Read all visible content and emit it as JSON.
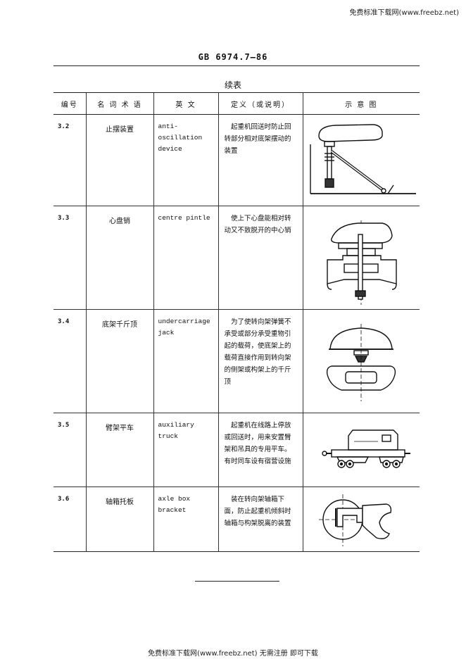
{
  "watermark_top": "免费标准下载网(www.freebz.net)",
  "standard_code": "GB 6974.7—86",
  "continued_label": "续表",
  "table": {
    "headers": [
      "编号",
      "名 词 术 语",
      "英  文",
      "定义（或说明）",
      "示  意  图"
    ],
    "rows": [
      {
        "num": "3.2",
        "term": "止摆装置",
        "en": "anti-oscillation device",
        "def": "起重机回送时防止回转部分相对底架摆动的装置",
        "icon": "anti-oscillation-device-figure"
      },
      {
        "num": "3.3",
        "term": "心盘销",
        "en": "centre pintle",
        "def": "使上下心盘能相对转动又不致脱开的中心销",
        "icon": "centre-pintle-figure"
      },
      {
        "num": "3.4",
        "term": "底架千斤顶",
        "en": "undercarriage jack",
        "def": "为了使转向架弹簧不承受或部分承受重物引起的载荷，使底架上的载荷直接作用到转向架的侧架或构架上的千斤顶",
        "icon": "undercarriage-jack-figure"
      },
      {
        "num": "3.5",
        "term": "臂架平车",
        "en": "auxiliary truck",
        "def": "起重机在线路上停放或回送时，用来安置臂架和吊具的专用平车。有时同车设有宿营设施",
        "icon": "auxiliary-truck-figure"
      },
      {
        "num": "3.6",
        "term": "轴箱托板",
        "en": "axle box bracket",
        "def": "装在转向架轴箱下面，防止起重机倾斜时轴箱与构架脱离的装置",
        "icon": "axle-box-bracket-figure"
      }
    ]
  },
  "watermark_bottom": "免费标准下载网(www.freebz.net) 无需注册 即可下载"
}
